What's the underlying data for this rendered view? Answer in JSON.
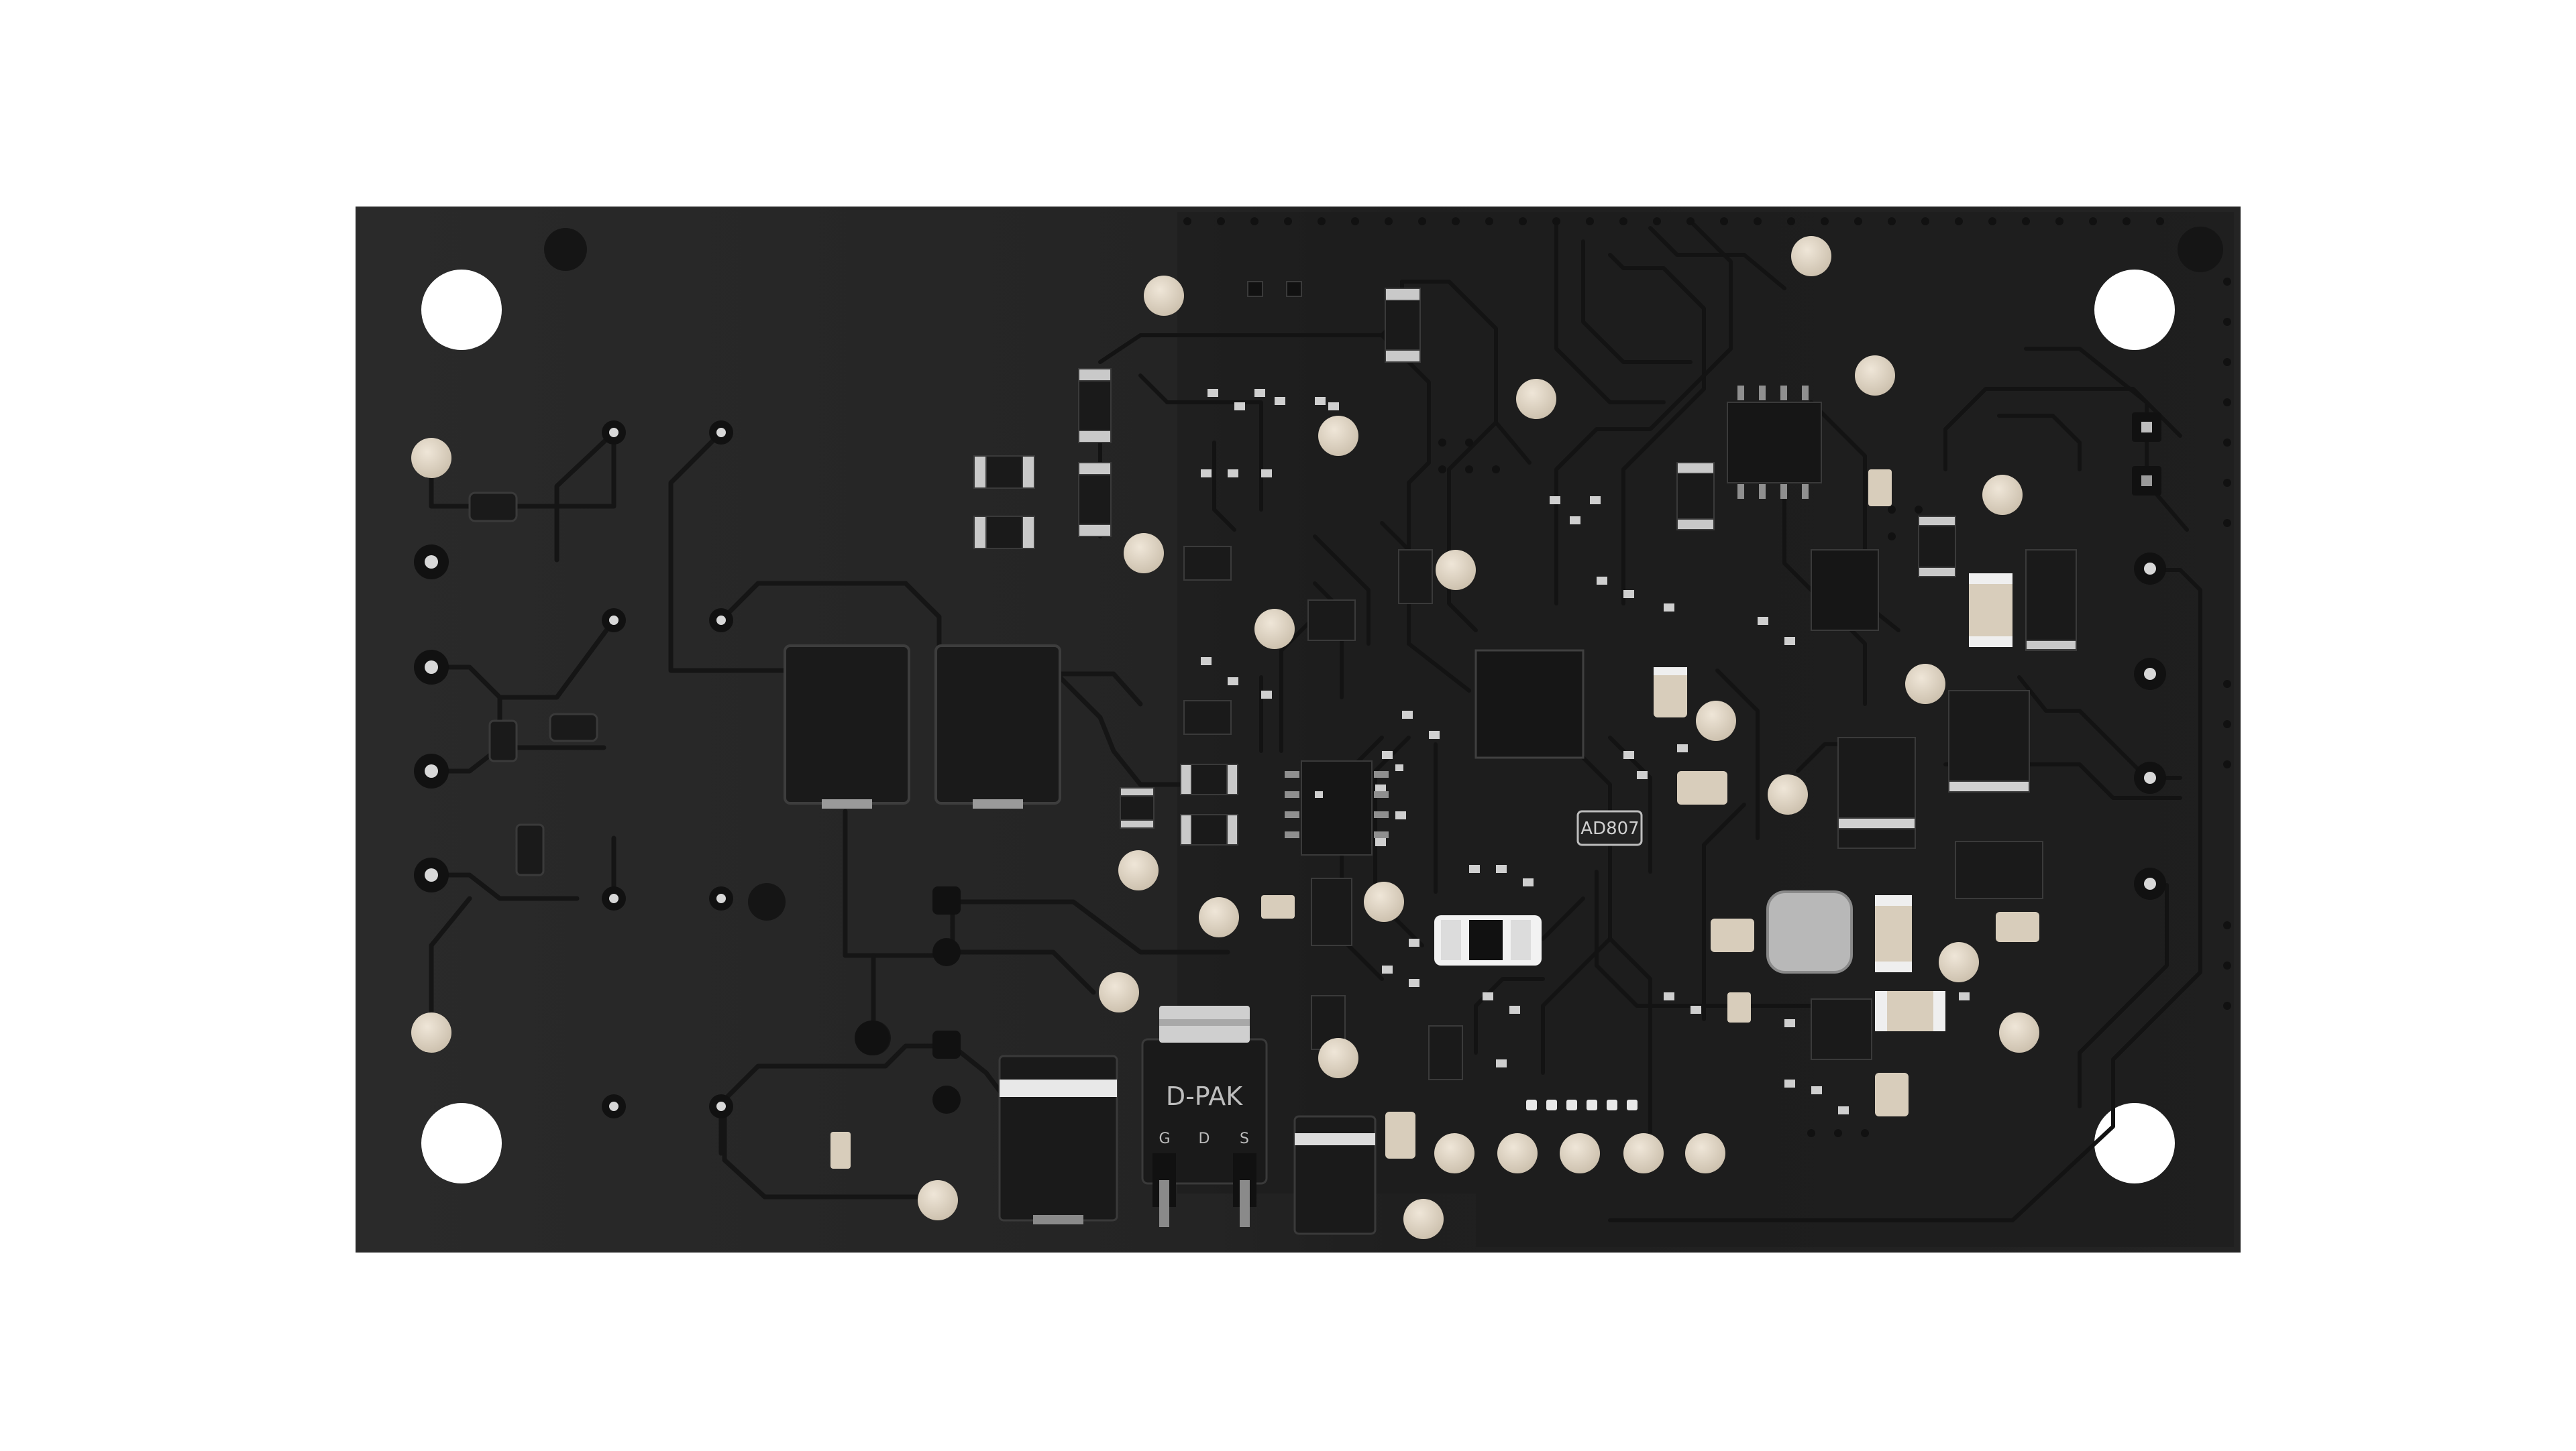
{
  "scene": {
    "subject": "pcb-board",
    "colors": {
      "background": "#ffffff",
      "board": "#262626",
      "board_dark": "#1e1e1e",
      "board_light": "#2c2c2c",
      "trace": "#141414",
      "component": "#1a1a1a",
      "component_edge": "#3a3a3a",
      "pad": "#d9cfbf",
      "pad_bright": "#e6ddcf",
      "hole": "#ffffff",
      "silk": "#bdbdbd",
      "metal": "#b8b8b8",
      "white_part": "#f2f2f2"
    }
  },
  "labels": {
    "package_label": "D-PAK",
    "pin_g": "G",
    "pin_d": "D",
    "pin_s": "S",
    "chip_marking": "AD807"
  }
}
